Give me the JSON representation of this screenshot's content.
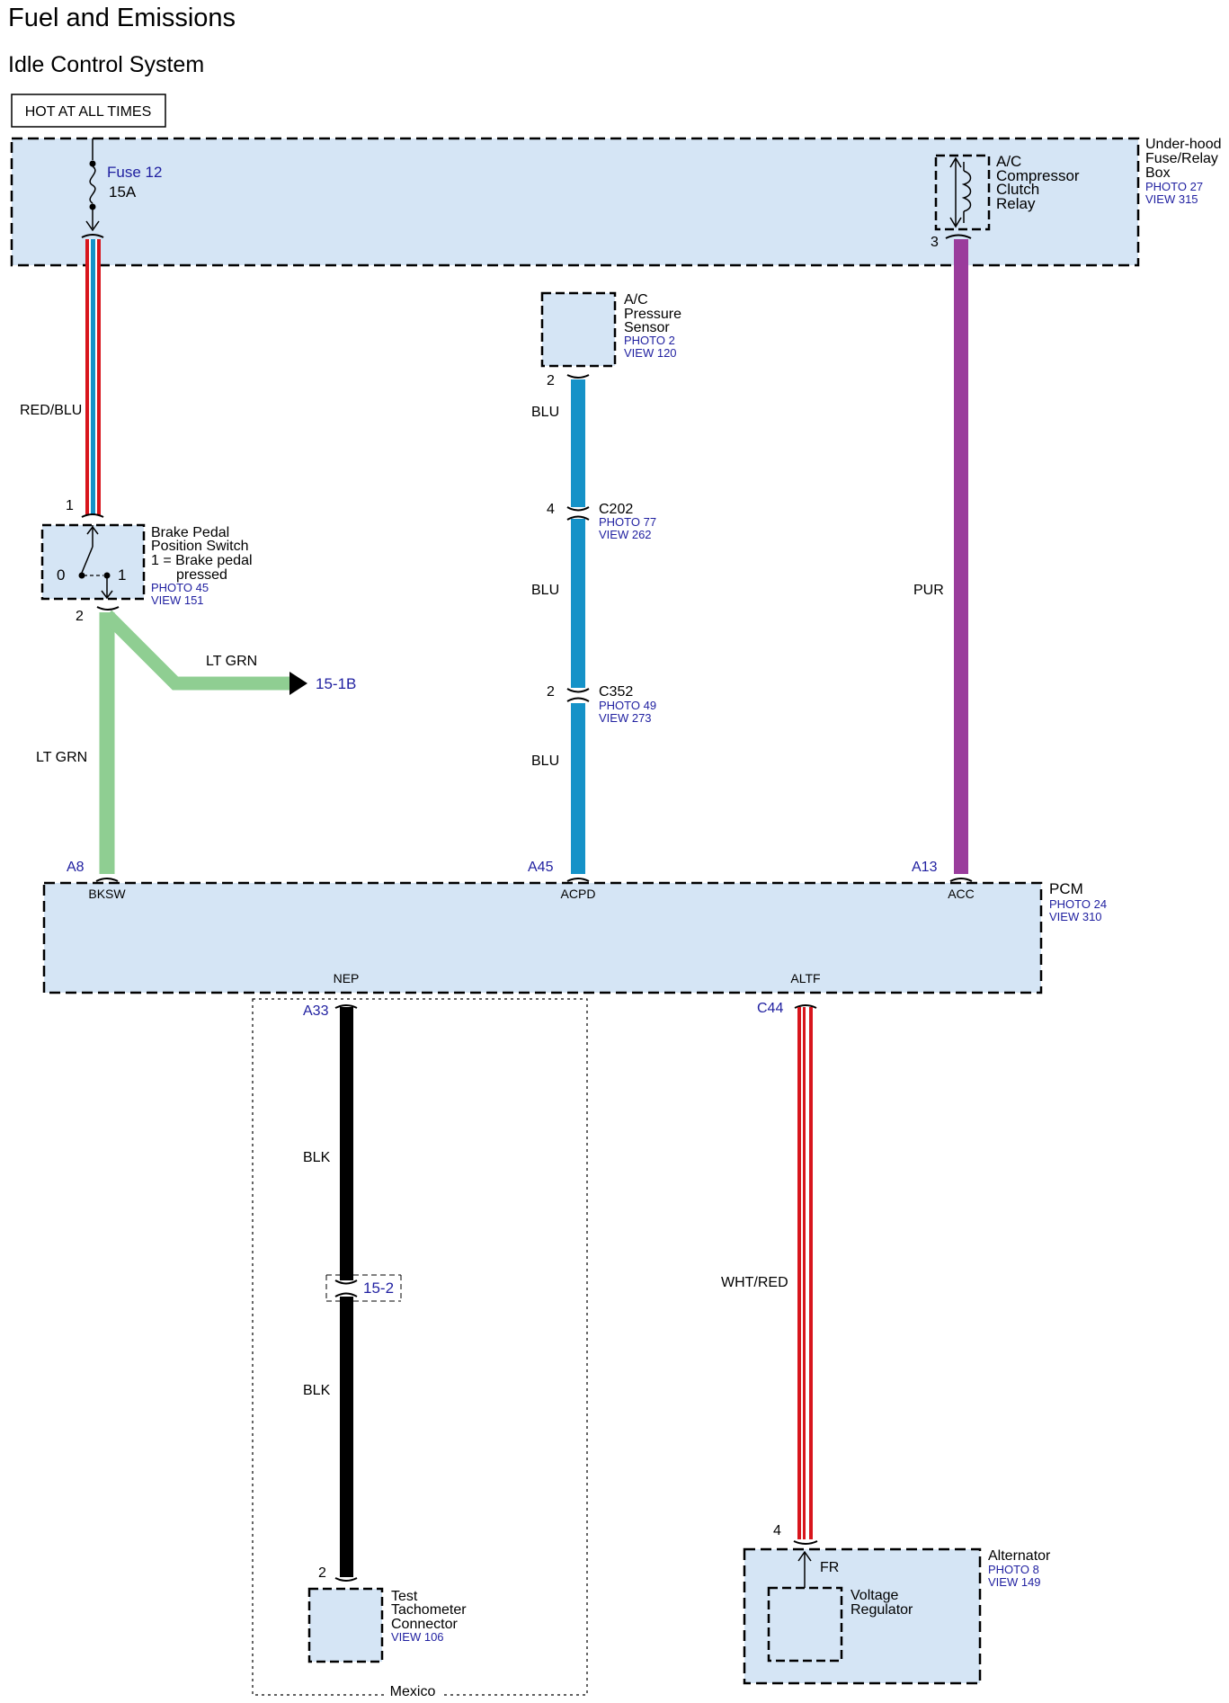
{
  "header": {
    "title": "Fuel and Emissions",
    "subtitle": "Idle Control System"
  },
  "hot_label": "HOT AT ALL TIMES",
  "fuse_box": {
    "name": "Under-hood Fuse/Relay Box",
    "name_lines": [
      "Under-hood",
      "Fuse/Relay",
      "Box"
    ],
    "photo": "PHOTO 27",
    "view": "VIEW 315",
    "fuse": {
      "name": "Fuse 12",
      "rating": "15A"
    },
    "relay": {
      "lines": [
        "A/C",
        "Compressor",
        "Clutch",
        "Relay"
      ],
      "pin": "3"
    }
  },
  "brake_switch": {
    "lines": [
      "Brake Pedal",
      "Position Switch",
      "1 = Brake pedal",
      "pressed"
    ],
    "photo": "PHOTO 45",
    "view": "VIEW 151",
    "pin_top": "1",
    "pin_bottom": "2",
    "pos0": "0",
    "pos1": "1"
  },
  "pressure_sensor": {
    "lines": [
      "A/C",
      "Pressure",
      "Sensor"
    ],
    "photo": "PHOTO 2",
    "view": "VIEW 120",
    "pin": "2"
  },
  "connectors": {
    "c202": {
      "name": "C202",
      "photo": "PHOTO 77",
      "view": "VIEW 262",
      "pin": "4"
    },
    "c352": {
      "name": "C352",
      "photo": "PHOTO 49",
      "view": "VIEW 273",
      "pin": "2"
    },
    "ref_15_2": "15-2"
  },
  "wires": {
    "red_blu": "RED/BLU",
    "lt_grn": "LT GRN",
    "lt_grn_branch": "LT GRN",
    "blu_1": "BLU",
    "blu_2": "BLU",
    "blu_3": "BLU",
    "pur": "PUR",
    "blk_1": "BLK",
    "blk_2": "BLK",
    "wht_red": "WHT/RED",
    "branch_ref": "15-1B",
    "colors": {
      "red": "#d8151c",
      "blue": "#1592c8",
      "lt_green": "#8fce92",
      "purple": "#9a3c9c",
      "black": "#000000",
      "white": "#ffffff",
      "box_fill": "#d5e5f5"
    }
  },
  "pcm": {
    "name": "PCM",
    "photo": "PHOTO 24",
    "view": "VIEW 310",
    "pins": {
      "bksw": {
        "id": "A8",
        "name": "BKSW"
      },
      "acpd": {
        "id": "A45",
        "name": "ACPD"
      },
      "acc": {
        "id": "A13",
        "name": "ACC"
      },
      "nep": {
        "id": "A33",
        "name": "NEP"
      },
      "altf": {
        "id": "C44",
        "name": "ALTF"
      }
    }
  },
  "tach": {
    "lines": [
      "Test",
      "Tachometer",
      "Connector"
    ],
    "view": "VIEW 106",
    "pin": "2"
  },
  "alternator": {
    "name": "Alternator",
    "photo": "PHOTO 8",
    "view": "VIEW 149",
    "pin": "4",
    "fr": "FR",
    "regulator_lines": [
      "Voltage",
      "Regulator"
    ]
  },
  "region_label": "Mexico"
}
